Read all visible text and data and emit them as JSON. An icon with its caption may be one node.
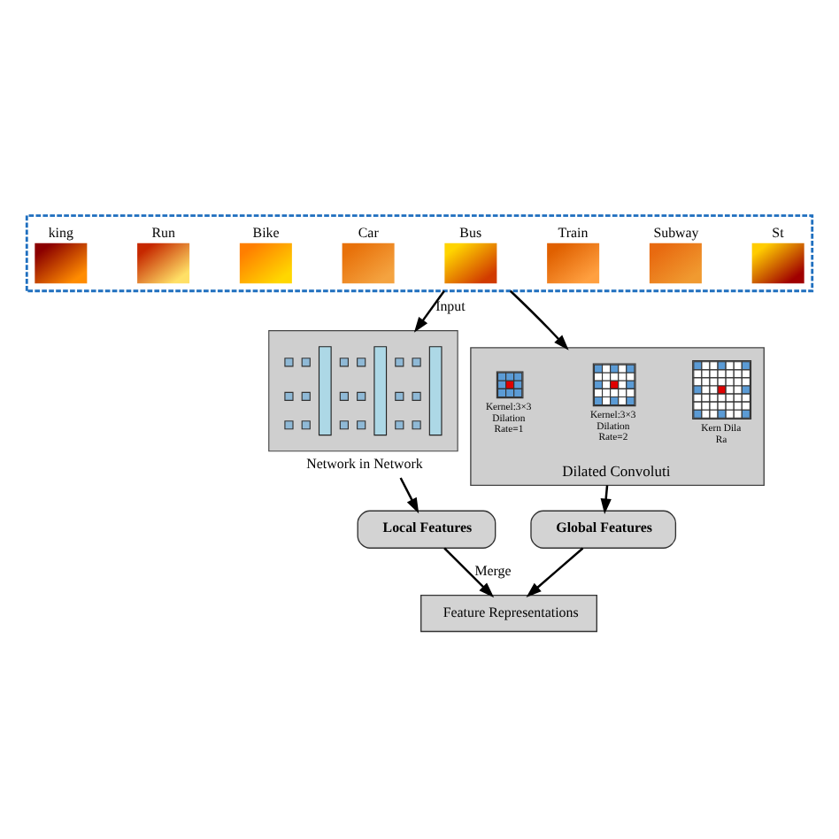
{
  "diagram": {
    "nodes": [
      {
        "text": [],
        "shape": "box"
      },
      {
        "text": [
          "king"
        ],
        "in": 0
      },
      {
        "text": [
          "Run"
        ],
        "in": 0
      },
      {
        "text": [
          "Bike"
        ],
        "in": 0
      },
      {
        "text": [
          "Car"
        ],
        "in": 0
      },
      {
        "text": [
          "Bus"
        ],
        "in": 0
      },
      {
        "text": [
          "Train"
        ],
        "in": 0
      },
      {
        "text": [
          "Subway"
        ],
        "in": 0
      },
      {
        "text": [
          "St"
        ],
        "in": 0
      },
      {
        "text": [
          "Network in Network"
        ]
      },
      {
        "text": [
          "Dilated Convoluti"
        ]
      },
      {
        "text": [
          "Kernel:3×3 Dilation Rate=1"
        ],
        "in": 10
      },
      {
        "text": [
          "Kernel:3×3 Dilation Rate=2"
        ],
        "in": 10
      },
      {
        "text": [
          "Kern Dila Ra"
        ],
        "in": 10
      },
      {
        "text": [
          "Local Features"
        ]
      },
      {
        "text": [
          "Global Features"
        ]
      },
      {
        "text": [
          "Feature Representations"
        ]
      }
    ],
    "edges": [
      {
        "from": 0,
        "to": 9,
        "arrow": "to",
        "label": "Input"
      },
      {
        "from": 0,
        "to": 10,
        "arrow": "to"
      },
      {
        "from": 9,
        "to": 14,
        "arrow": "to"
      },
      {
        "from": 10,
        "to": 15,
        "arrow": "to"
      },
      {
        "from": 14,
        "to": 16,
        "arrow": "to",
        "label": "Merge"
      },
      {
        "from": 15,
        "to": 16,
        "arrow": "to"
      }
    ]
  }
}
